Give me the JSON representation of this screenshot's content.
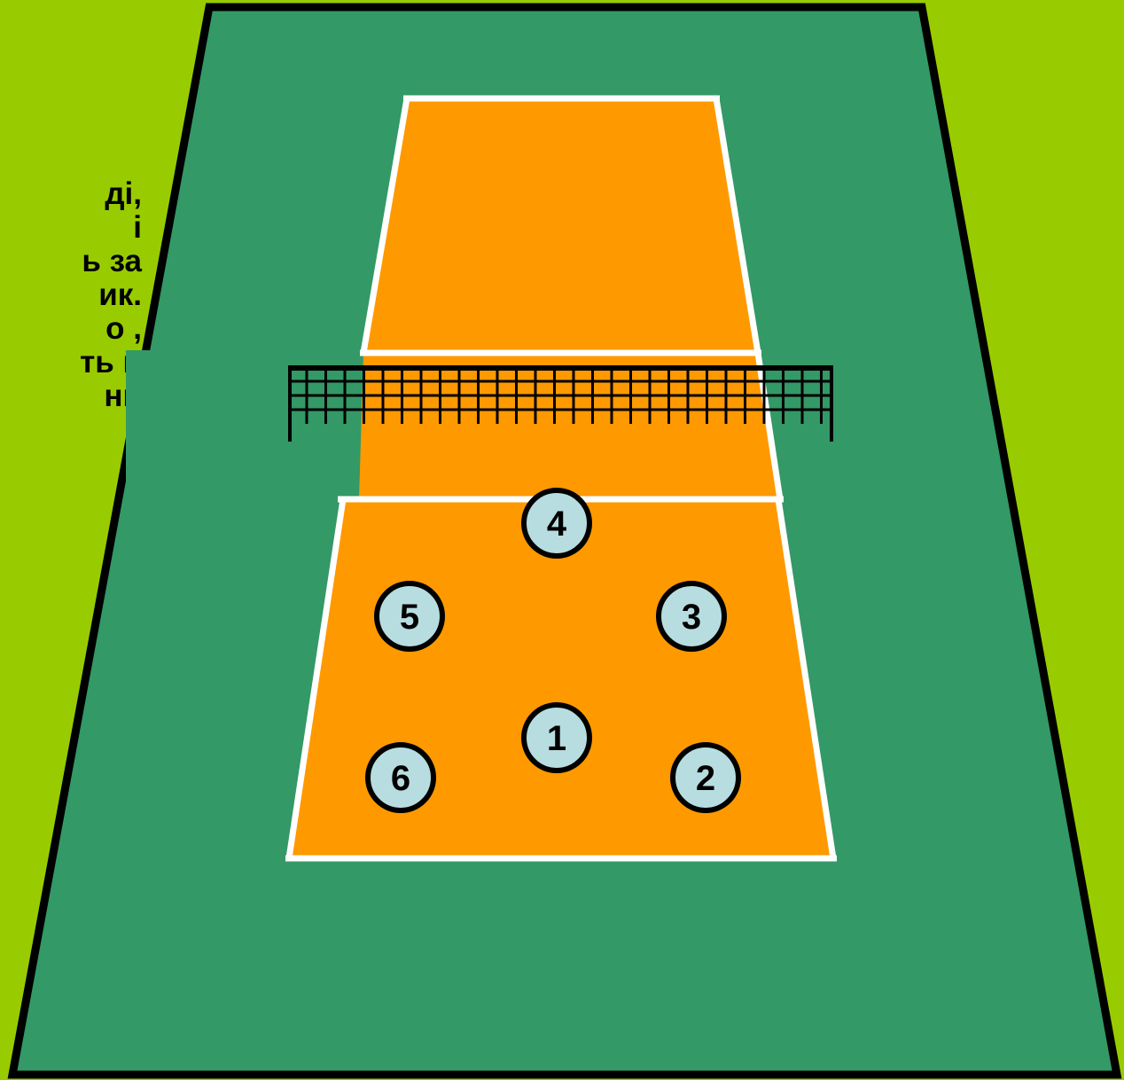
{
  "side_text": {
    "lines": [
      "ді,",
      "і",
      "ь за",
      "ик.",
      "о ,",
      "ть в",
      "ни"
    ]
  },
  "colors": {
    "background": "#99cc00",
    "surround": "#339966",
    "court": "#ff9900",
    "lines": "#ffffff",
    "position_marker": "#b7dde0"
  },
  "positions": [
    {
      "label": "4"
    },
    {
      "label": "5"
    },
    {
      "label": "3"
    },
    {
      "label": "1"
    },
    {
      "label": "6"
    },
    {
      "label": "2"
    }
  ]
}
